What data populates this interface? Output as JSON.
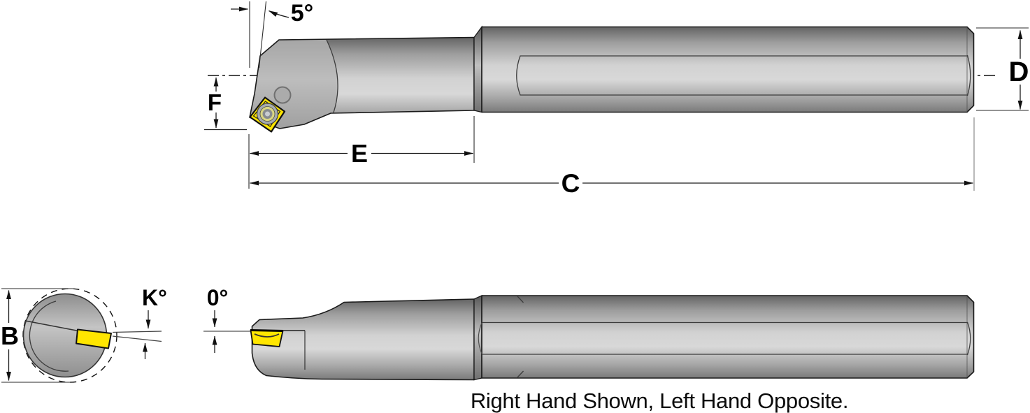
{
  "drawing": {
    "caption": "Right Hand Shown, Left Hand Opposite.",
    "labels": {
      "lead_angle": "5°",
      "back_angle": "0°",
      "dim_b": "B",
      "dim_c": "C",
      "dim_d": "D",
      "dim_e": "E",
      "dim_f": "F",
      "dim_k": "K°"
    },
    "colors": {
      "insert_yellow": "#ffe600",
      "steel_dark": "#6a6a6a",
      "steel_mid": "#a9a9a9",
      "steel_light": "#d8d8d8",
      "head_gray": "#b6b6b6",
      "outline": "#1a1a1a",
      "background": "#ffffff"
    }
  }
}
